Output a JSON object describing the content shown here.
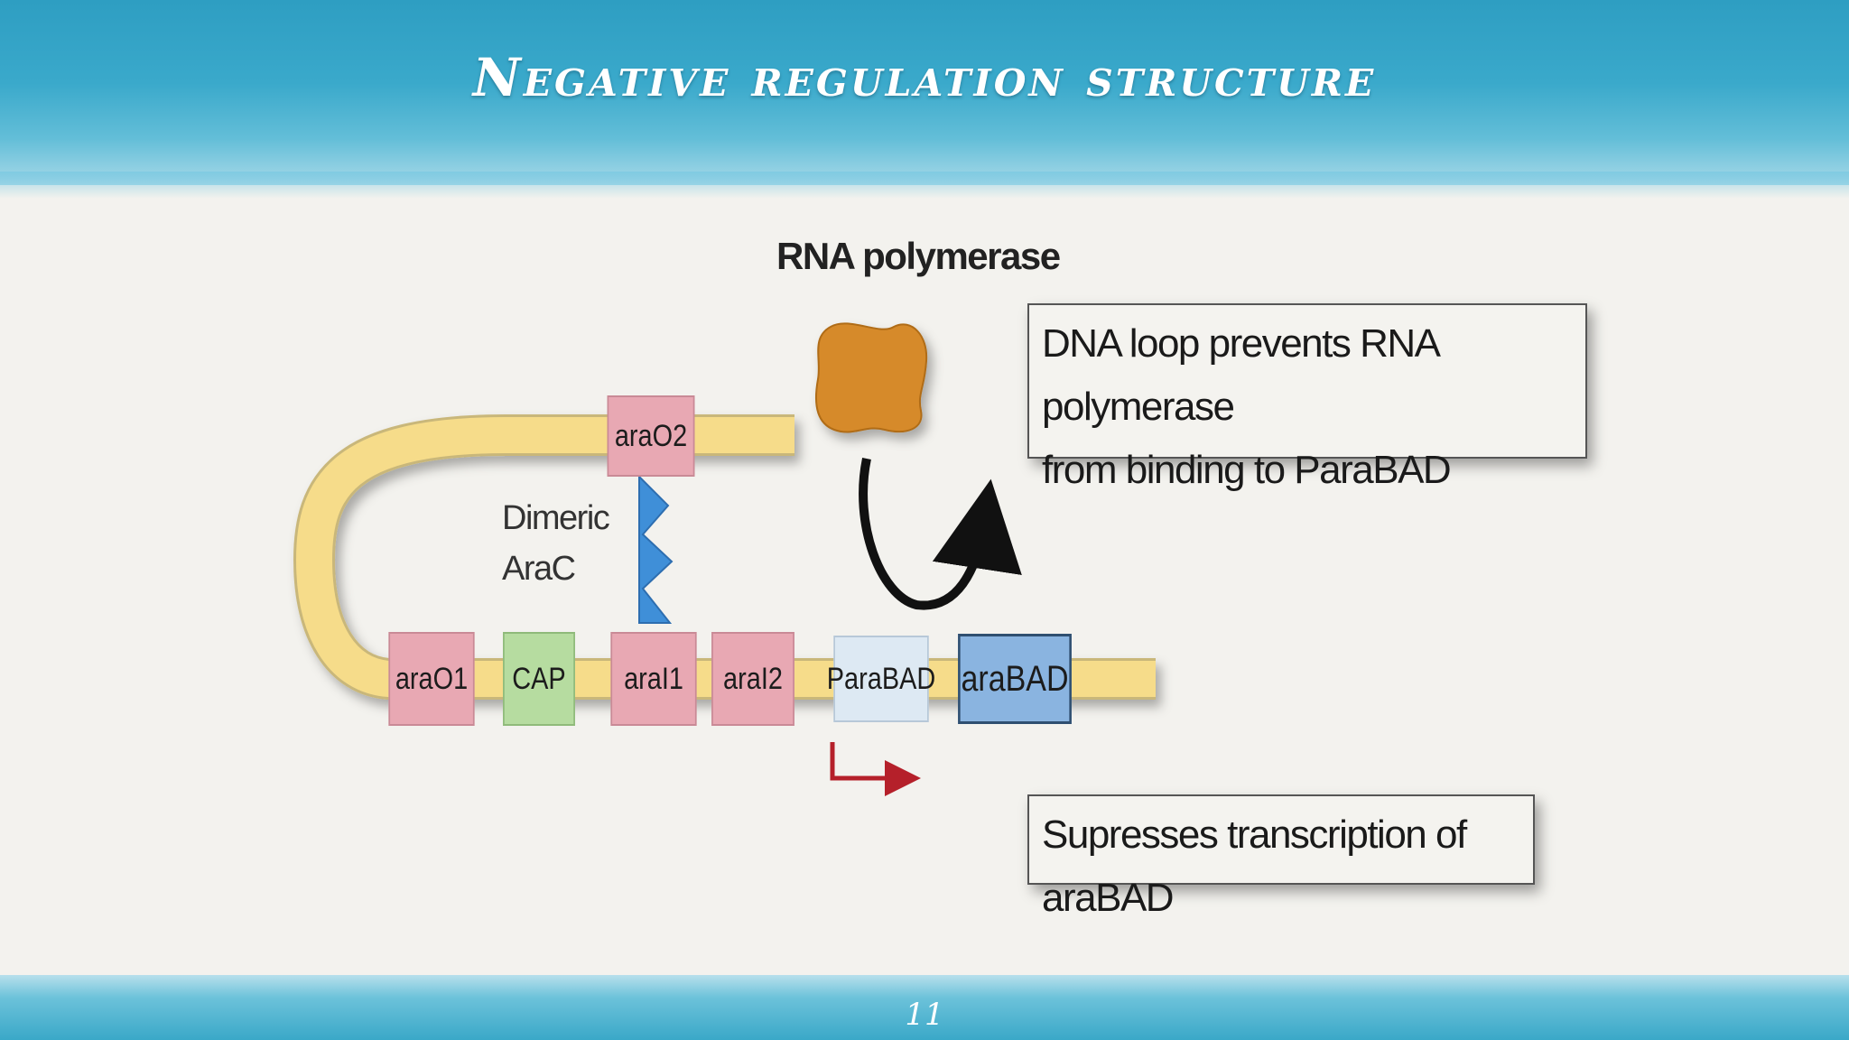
{
  "slide": {
    "title": "Negative regulation structure",
    "page_number": "11"
  },
  "diagram": {
    "rna_polymerase_label": "RNA polymerase",
    "dimeric_label_line1": "Dimeric",
    "dimeric_label_line2": "AraC",
    "regions": {
      "araO2": "araO2",
      "araO1": "araO1",
      "CAP": "CAP",
      "araI1": "araI1",
      "araI2": "araI2",
      "paraBAD": "ParaBAD",
      "araBAD": "araBAD"
    },
    "callout_top_line1": "DNA loop prevents RNA polymerase",
    "callout_top_line2": "from binding to ParaBAD",
    "callout_bottom": "Supresses transcription of araBAD"
  },
  "colors": {
    "dna_strand": "#f6dc8a",
    "operator_box": "#e8a8b3",
    "cap_box": "#b6dca0",
    "para_box": "#dde9f3",
    "arabad_box": "#8ab4e0",
    "polymerase": "#d68a2a",
    "arac": "#3f8fd8",
    "promoter_arrow": "#b5202a",
    "header_band": "#3aa9cb"
  }
}
